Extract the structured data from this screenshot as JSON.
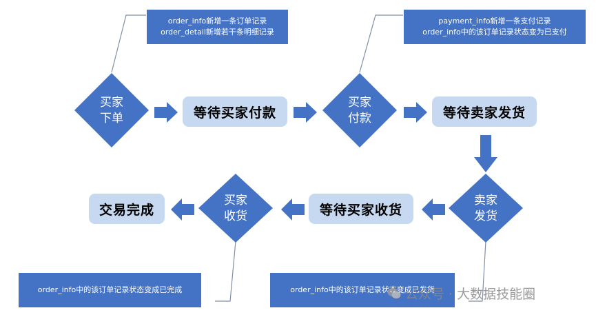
{
  "notes": {
    "order_created": {
      "line1": "order_info新增一条订单记录",
      "line2": "order_detail新增若干条明细记录"
    },
    "payment": {
      "line1": "payment_info新增一条支付记录",
      "line2": "order_info中的该订单记录状态变为已支付"
    },
    "completed": {
      "line1": "order_info中的该订单记录状态变成已完成"
    },
    "shipped": {
      "line1": "order_info中的该订单记录状态变成已发货"
    }
  },
  "decisions": {
    "buyer_order": {
      "line1": "买家",
      "line2": "下单"
    },
    "buyer_pay": {
      "line1": "买家",
      "line2": "付款"
    },
    "seller_ship": {
      "line1": "卖家",
      "line2": "发货"
    },
    "buyer_receive": {
      "line1": "买家",
      "line2": "收货"
    }
  },
  "steps": {
    "wait_pay": "等待买家付款",
    "wait_ship": "等待卖家发货",
    "wait_receive": "等待买家收货",
    "done": "交易完成"
  },
  "watermark": {
    "text": "公众号 · 大数据技能圈",
    "icon": "wechat-icon"
  },
  "colors": {
    "diamond": "#4472c4",
    "arrow": "#4472c4",
    "step_box": "#c6d9f0",
    "note_box": "#4472c4"
  }
}
